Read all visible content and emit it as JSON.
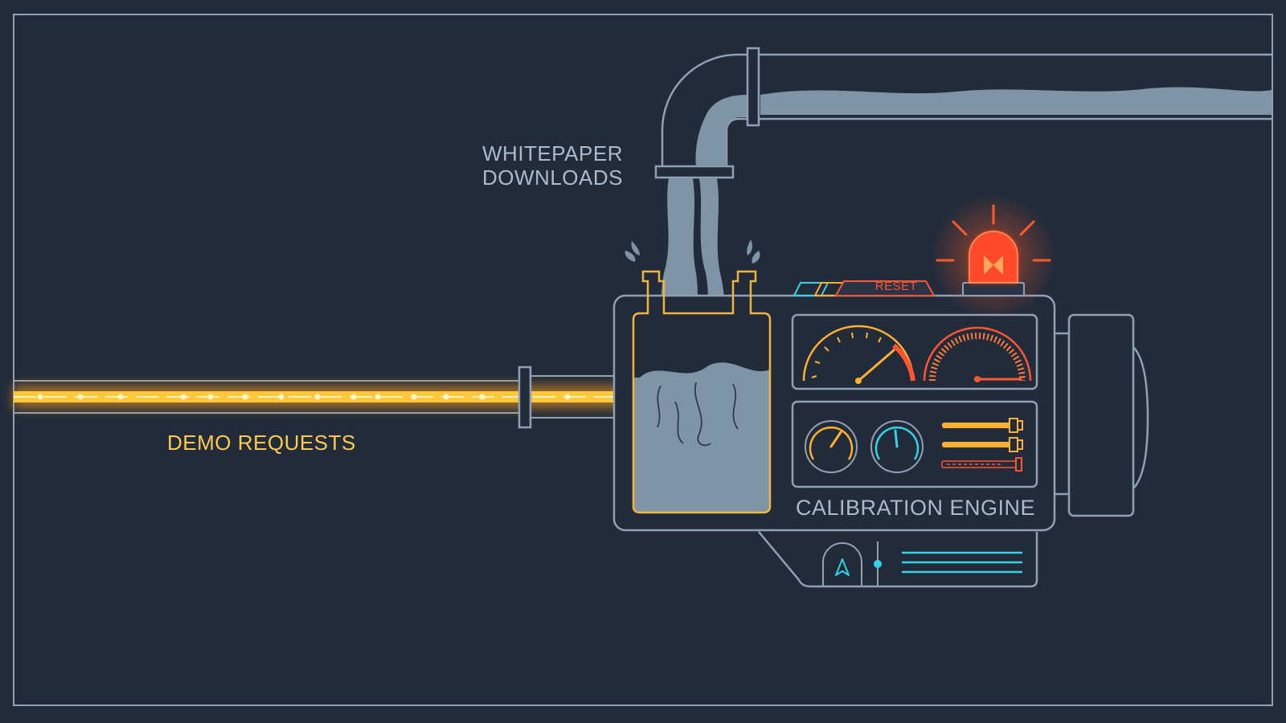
{
  "labels": {
    "whitepaper": "WHITEPAPER\nDOWNLOADS",
    "demo": "DEMO REQUESTS",
    "engine": "CALIBRATION ENGINE",
    "reset": "RESET"
  },
  "colors": {
    "background": "#222b3a",
    "frame": "#8fa2b3",
    "outline": "#8fa2b3",
    "water": "#7f95a6",
    "beam": "#ffc83a",
    "beam_glow": "#ff9f1a",
    "label_grey": "#a9bccb",
    "label_yellow": "#ffc94d",
    "alarm": "#ff4b2b",
    "accent_cyan": "#34d3e6",
    "accent_orange": "#ffb030",
    "accent_red": "#ff5533"
  },
  "icons": [
    "alarm-beacon-icon",
    "pressure-gauge-icon",
    "dial-icon",
    "slider-icon",
    "pointer-icon"
  ]
}
